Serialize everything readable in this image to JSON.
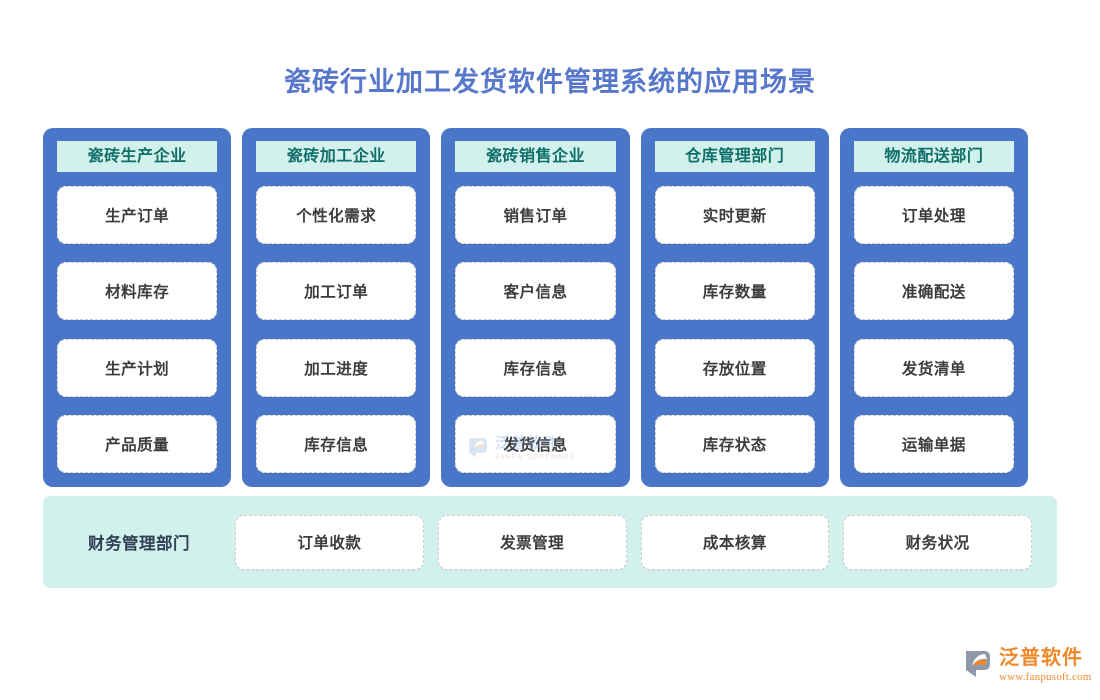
{
  "page": {
    "title": "瓷砖行业加工发货软件管理系统的应用场景",
    "background_color": "#ffffff",
    "title_color": "#5777cb",
    "column_color": "#4a76c9",
    "header_band_color": "#d2f0ec",
    "header_text_color": "#0f6f68",
    "finance_bar_color": "#d2f1ed",
    "card_color": "#ffffff",
    "brand_color": "#f0892a"
  },
  "columns": [
    {
      "header": "瓷砖生产企业",
      "items": [
        "生产订单",
        "材料库存",
        "生产计划",
        "产品质量"
      ]
    },
    {
      "header": "瓷砖加工企业",
      "items": [
        "个性化需求",
        "加工订单",
        "加工进度",
        "库存信息"
      ]
    },
    {
      "header": "瓷砖销售企业",
      "items": [
        "销售订单",
        "客户信息",
        "库存信息",
        "发货信息"
      ]
    },
    {
      "header": "仓库管理部门",
      "items": [
        "实时更新",
        "库存数量",
        "存放位置",
        "库存状态"
      ]
    },
    {
      "header": "物流配送部门",
      "items": [
        "订单处理",
        "准确配送",
        "发货清单",
        "运输单据"
      ]
    }
  ],
  "finance": {
    "label": "财务管理部门",
    "items": [
      "订单收款",
      "发票管理",
      "成本核算",
      "财务状况"
    ]
  },
  "watermark": {
    "cn": "泛普软件",
    "en": "FANPU SOFTWARE"
  },
  "brand": {
    "cn": "泛普软件",
    "url": "www.fanpusoft.com"
  }
}
